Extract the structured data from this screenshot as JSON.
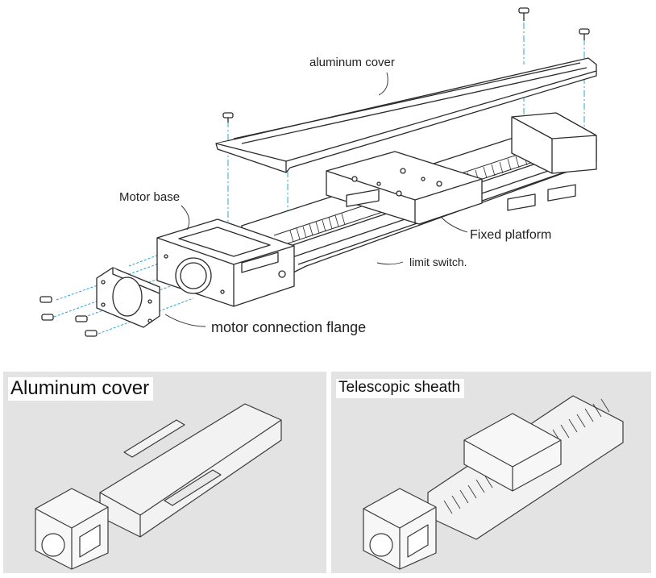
{
  "callouts": {
    "aluminum_cover": "aluminum cover",
    "motor_base": "Motor base",
    "fixed_platform": "Fixed platform",
    "limit_switch": "limit switch.",
    "motor_connection_flange": "motor connection flange"
  },
  "panels": [
    {
      "title": "Aluminum cover"
    },
    {
      "title": "Telescopic sheath"
    }
  ],
  "colors": {
    "line": "#2b2b2b",
    "guide": "#29a3d6",
    "panel_bg": "#e3e3e3",
    "metal": "#f2f2f2"
  }
}
